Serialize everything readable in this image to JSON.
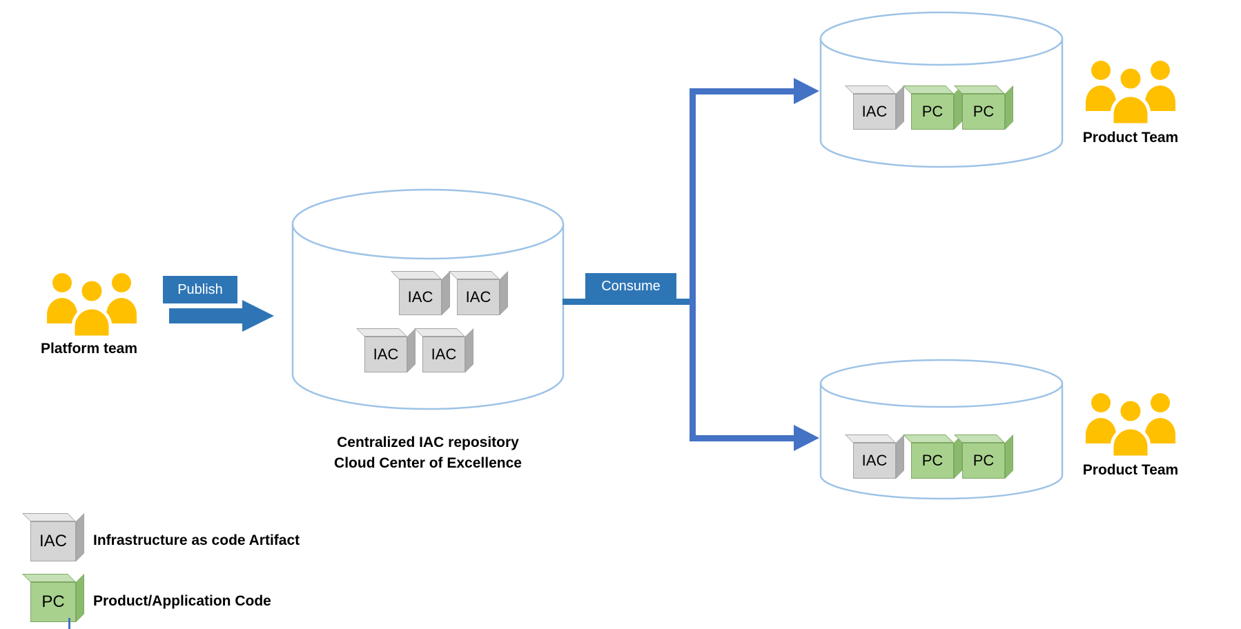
{
  "colors": {
    "accent_blue": "#2E75B6",
    "connector_blue": "#4472C4",
    "cylinder_stroke": "#9DC3E6",
    "people_gold": "#FFC000",
    "gray_cube_face": "#D5D5D5",
    "gray_cube_top": "#E9E9E9",
    "gray_cube_side": "#ABABAB",
    "gray_cube_edge": "#A3A3A3",
    "green_cube_face": "#A9D18E",
    "green_cube_top": "#C5E0B4",
    "green_cube_side": "#8ABB6C",
    "green_cube_edge": "#7CA862"
  },
  "platform_team": {
    "label": "Platform team"
  },
  "publish": {
    "label": "Publish"
  },
  "consume": {
    "label": "Consume"
  },
  "central_repo": {
    "caption_line1": "Centralized IAC repository",
    "caption_line2": "Cloud Center of Excellence",
    "cubes": [
      "IAC",
      "IAC",
      "IAC",
      "IAC"
    ]
  },
  "product_team_top": {
    "label": "Product Team",
    "cubes": [
      "IAC",
      "PC",
      "PC"
    ]
  },
  "product_team_bottom": {
    "label": "Product Team",
    "cubes": [
      "IAC",
      "PC",
      "PC"
    ]
  },
  "legend": {
    "items": [
      {
        "cube": "IAC",
        "label": "Infrastructure as code Artifact"
      },
      {
        "cube": "PC",
        "label": "Product/Application Code"
      }
    ]
  }
}
